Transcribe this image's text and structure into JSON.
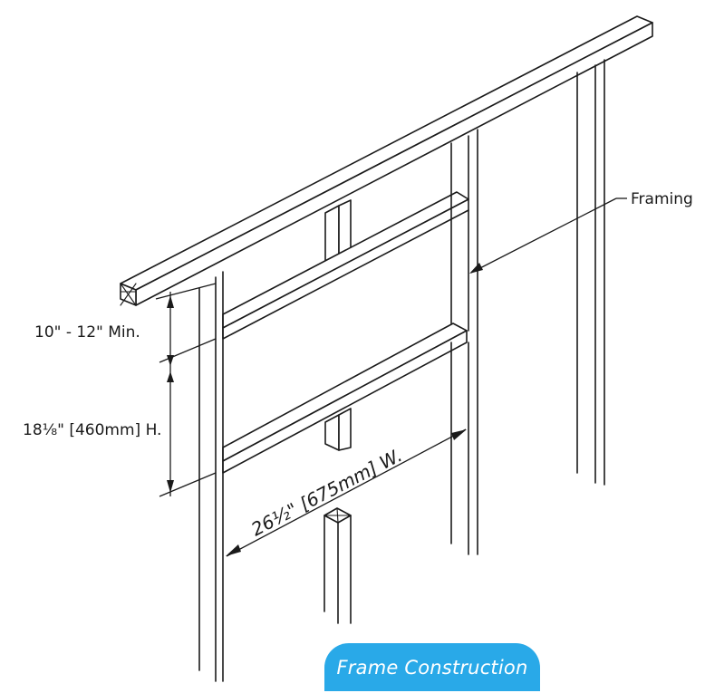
{
  "labels": {
    "callout": "Framing",
    "vertical_clearance": "10\" - 12\" Min.",
    "height": "18⅛\" [460mm] H.",
    "width": "26½\" [675mm] W."
  },
  "badge": {
    "text": "Frame Construction"
  },
  "colors": {
    "badge_background": "#29a9e8",
    "badge_text": "#ffffff",
    "line": "#1a1a1a"
  }
}
